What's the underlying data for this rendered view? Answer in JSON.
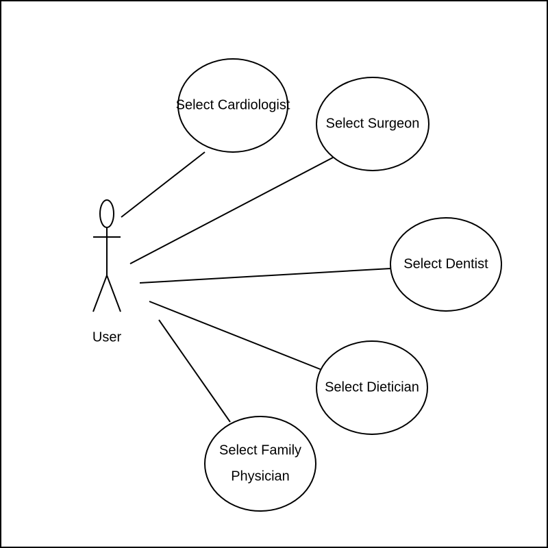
{
  "actor": {
    "label": "User"
  },
  "use_cases": [
    {
      "lines": [
        "Select Cardiologist"
      ]
    },
    {
      "lines": [
        "Select Surgeon"
      ]
    },
    {
      "lines": [
        "Select Dentist"
      ]
    },
    {
      "lines": [
        "Select Dietician"
      ]
    },
    {
      "lines": [
        "Select Family",
        "Physician"
      ]
    }
  ],
  "colors": {
    "stroke": "#000000",
    "background": "#ffffff"
  }
}
